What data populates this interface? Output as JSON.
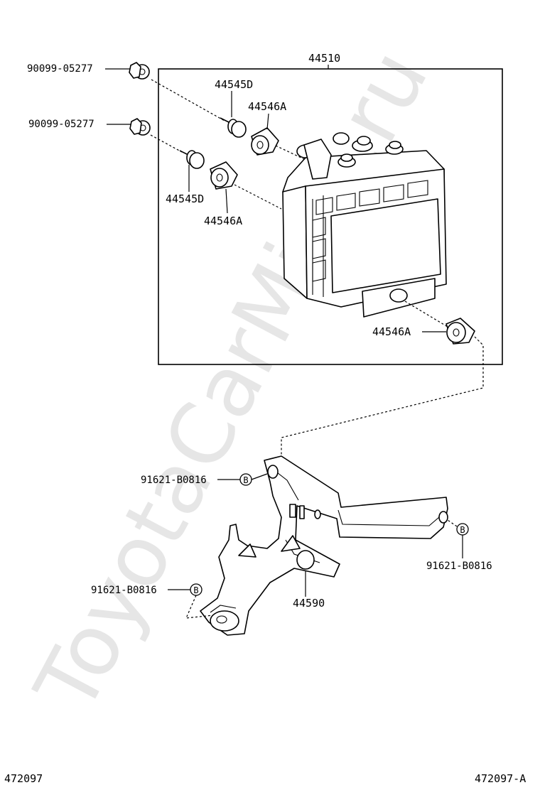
{
  "watermark": "ToyotaCarMine.ru",
  "assembly": {
    "label": "44510"
  },
  "labels": {
    "screw_top": "90099-05277",
    "screw_mid": "90099-05277",
    "bolt_upper": "44545D",
    "bolt_lower": "44545D",
    "grommet_upper": "44546A",
    "grommet_lower": "44546A",
    "grommet_bottom": "44546A",
    "bracket": "44590",
    "bolt_left": "91621-B0816",
    "bolt_right": "91621-B0816",
    "bolt_bottom": "91621-B0816"
  },
  "markers": {
    "b": "B"
  },
  "footer": {
    "left": "472097",
    "right": "472097-A"
  }
}
